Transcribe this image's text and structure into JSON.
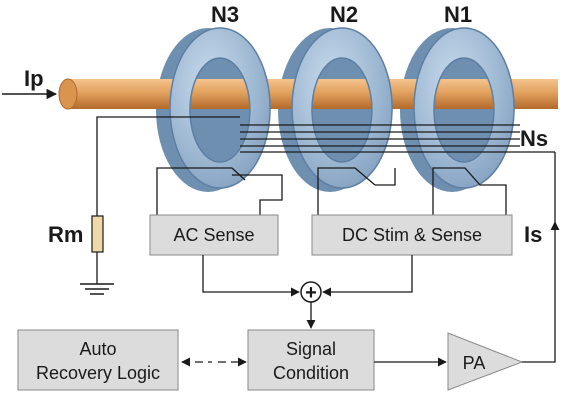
{
  "labels": {
    "primary_current": "Ip",
    "core_n3": "N3",
    "core_n2": "N2",
    "core_n1": "N1",
    "secondary_winding": "Ns",
    "resistor": "Rm",
    "secondary_current": "Is",
    "summing_junction": "+"
  },
  "blocks": {
    "ac_sense": "AC Sense",
    "dc_stim_sense": "DC Stim & Sense",
    "auto_recovery_line1": "Auto",
    "auto_recovery_line2": "Recovery Logic",
    "signal_condition_line1": "Signal",
    "signal_condition_line2": "Condition",
    "power_amp": "PA"
  },
  "colors": {
    "toroid_front": "#a9c1d9",
    "toroid_outer": "#7c9bbb",
    "toroid_edge": "#5d7fa3",
    "conductor": "#e2a15e",
    "block_fill": "#dcdcdc",
    "block_stroke": "#8a8a8a",
    "wire": "#1a1a1a"
  }
}
